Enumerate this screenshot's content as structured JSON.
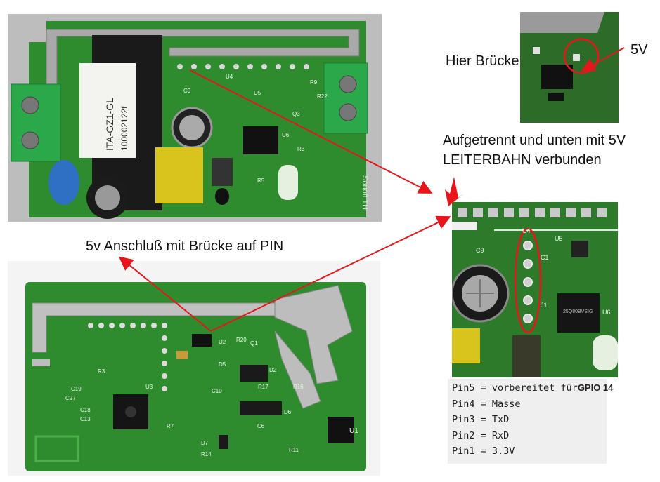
{
  "annotations": {
    "hier_bruecke": "Hier Brücke",
    "five_v": "5V",
    "aufgetrennt_line1": "Aufgetrennt und unten mit 5V",
    "aufgetrennt_line2": "LEITERBAHN verbunden",
    "anschluss": "5v Anschluß  mit Brücke auf PIN"
  },
  "pins": [
    {
      "label": "Pin5 = vorbereitet für",
      "highlight": "GPIO 14"
    },
    {
      "label": "Pin4 = Masse",
      "highlight": ""
    },
    {
      "label": "Pin3 = TxD",
      "highlight": ""
    },
    {
      "label": "Pin2 = RxD",
      "highlight": ""
    },
    {
      "label": "Pin1 = 3.3V",
      "highlight": ""
    }
  ],
  "pcb_silkscreen": {
    "relay_text": [
      "ITA-GZ1-GL",
      "100002122f"
    ],
    "brand_text": "Sonoff TH",
    "top_refs": [
      "U4",
      "U5",
      "U6",
      "C9",
      "Q3",
      "R5",
      "R3",
      "R9",
      "R22"
    ],
    "bottom_refs": [
      "U2",
      "U3",
      "U1",
      "D2",
      "D5",
      "Q1",
      "R20",
      "R17",
      "R16",
      "C19",
      "C27",
      "C10",
      "D6",
      "R11",
      "R7",
      "C6",
      "R3",
      "C18",
      "C13",
      "R14",
      "D7"
    ],
    "detail_refs": [
      "U4",
      "U5",
      "U6",
      "C9",
      "C1",
      "J1"
    ],
    "chip_text": "25Q80BVSIG"
  },
  "colors": {
    "pcb_green": "#2e8b2e",
    "arrow_red": "#e8161b",
    "terminal_green": "#2aa84a"
  }
}
